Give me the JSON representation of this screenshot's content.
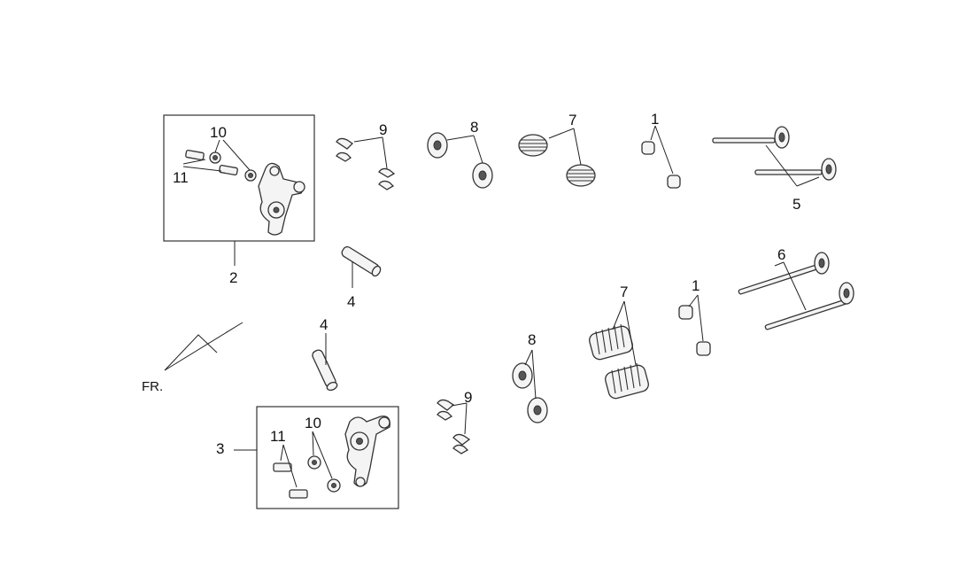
{
  "labels": {
    "l1_top": "1",
    "l1_bottom": "1",
    "l2": "2",
    "l3": "3",
    "l4_upper": "4",
    "l4_lower": "4",
    "l5": "5",
    "l6": "6",
    "l7_top": "7",
    "l7_bottom": "7",
    "l8_top": "8",
    "l8_bottom": "8",
    "l9_top": "9",
    "l9_bottom": "9",
    "l10_top": "10",
    "l10_bottom": "10",
    "l11_top": "11",
    "l11_bottom": "11",
    "direction": "FR."
  }
}
